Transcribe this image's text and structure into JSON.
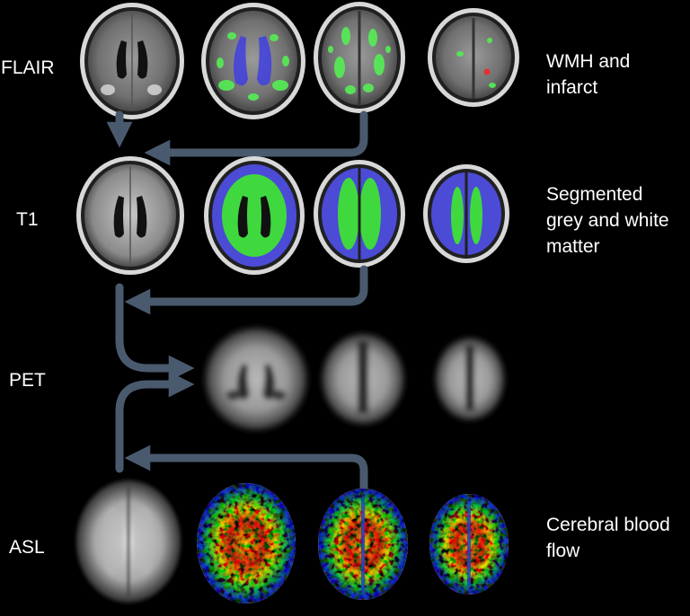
{
  "rows": {
    "flair": {
      "label": "FLAIR",
      "note": "WMH and infarct"
    },
    "t1": {
      "label": "T1",
      "note": "Segmented grey and white matter"
    },
    "pet": {
      "label": "PET"
    },
    "asl": {
      "label": "ASL",
      "note": "Cerebral blood flow"
    }
  },
  "colors": {
    "background": "#000000",
    "arrow": "#4a5a6e",
    "white_matter": "#3fd93f",
    "grey_matter": "#4b4bd6",
    "wmh": "#55ee55",
    "ventricle_seg": "#4040e0",
    "infarct": "#e53030"
  }
}
